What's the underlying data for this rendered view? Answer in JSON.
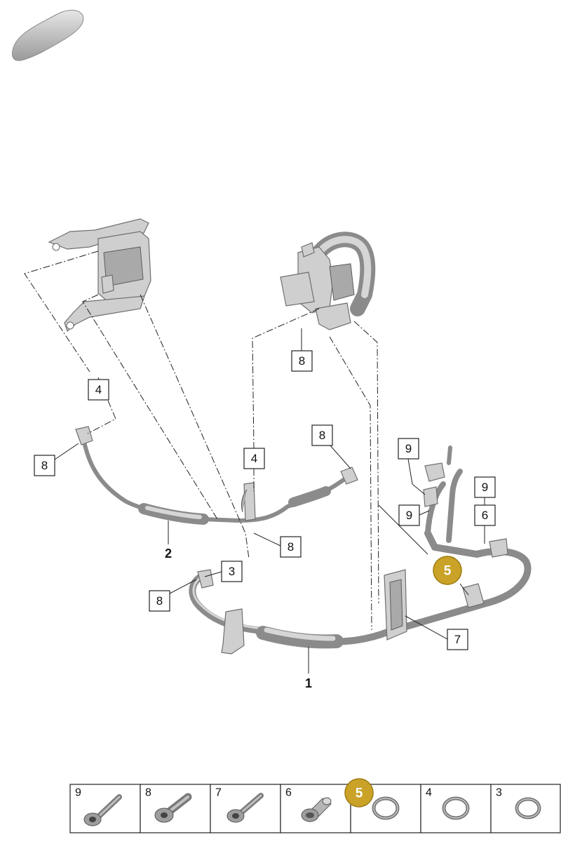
{
  "callouts": [
    {
      "id": "c-4-left",
      "text": "4"
    },
    {
      "id": "c-8-left",
      "text": "8"
    },
    {
      "id": "c-8-top",
      "text": "8"
    },
    {
      "id": "c-4-mid",
      "text": "4"
    },
    {
      "id": "c-8-mid",
      "text": "8"
    },
    {
      "id": "c-8-lower",
      "text": "8"
    },
    {
      "id": "c-3",
      "text": "3"
    },
    {
      "id": "c-8-bottom",
      "text": "8"
    },
    {
      "id": "c-9-a",
      "text": "9"
    },
    {
      "id": "c-9-b",
      "text": "9"
    },
    {
      "id": "c-9-c",
      "text": "9"
    },
    {
      "id": "c-6",
      "text": "6"
    },
    {
      "id": "c-7",
      "text": "7"
    }
  ],
  "part_labels": {
    "line_1": "1",
    "line_2": "2"
  },
  "highlight": {
    "label": "5",
    "color": "#c9a227"
  },
  "legend": [
    {
      "num": "9",
      "kind": "bolt"
    },
    {
      "num": "8",
      "kind": "bolt-short"
    },
    {
      "num": "7",
      "kind": "bolt"
    },
    {
      "num": "6",
      "kind": "sleeve"
    },
    {
      "num": "5",
      "kind": "ring",
      "highlighted": true
    },
    {
      "num": "4",
      "kind": "ring"
    },
    {
      "num": "3",
      "kind": "ring"
    }
  ]
}
